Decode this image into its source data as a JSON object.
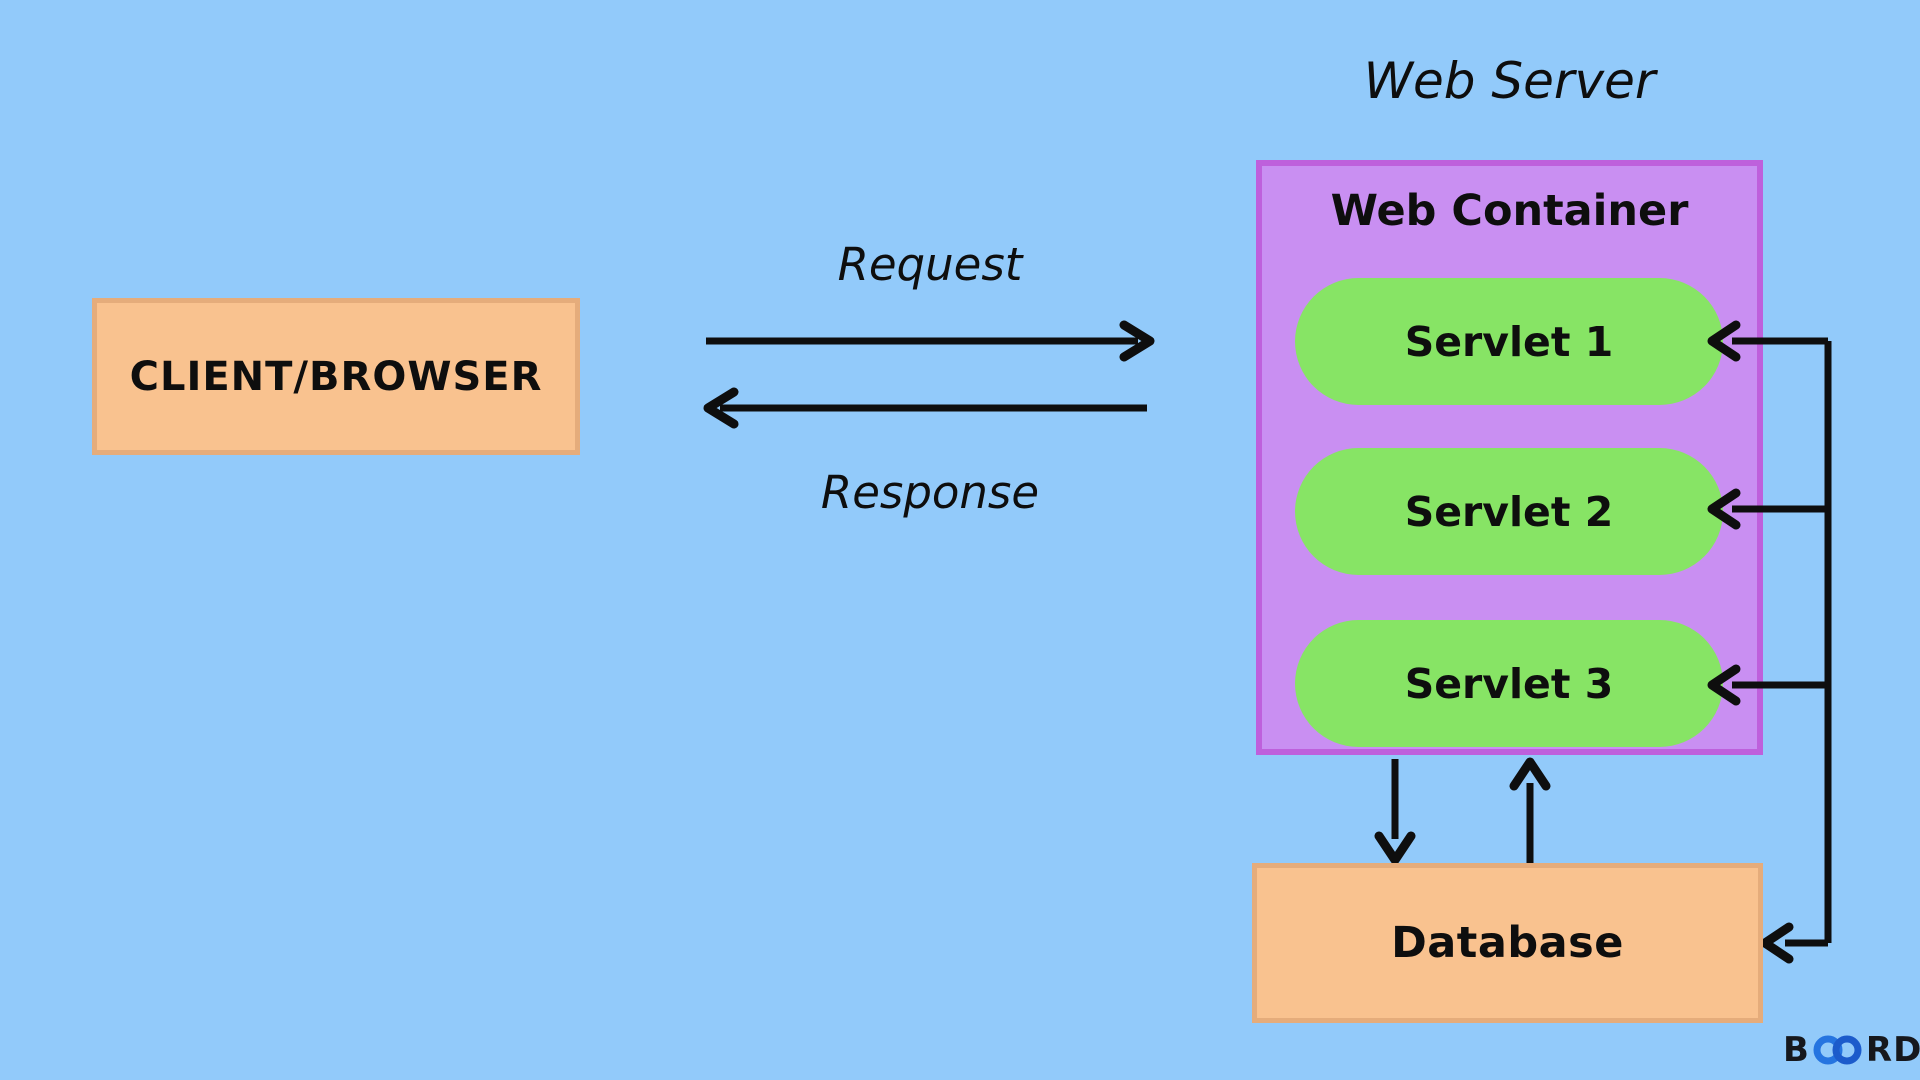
{
  "colors": {
    "background": "#92CAFA",
    "box_orange": "#F9C28F",
    "box_orange_border": "#E5AC7B",
    "container_purple": "#C98FF2",
    "container_purple_border": "#BE60DC",
    "servlet_green": "#87E465",
    "arrow_black": "#0E0E0E",
    "text_black": "#0E0E0E",
    "logo_blue": "#2574E0",
    "logo_blue_dark": "#1C5BCB"
  },
  "title": {
    "web_server": "Web Server"
  },
  "client": {
    "label": "CLIENT/BROWSER"
  },
  "flow": {
    "request_label": "Request",
    "response_label": "Response"
  },
  "web_container": {
    "label": "Web Container",
    "servlets": [
      {
        "label": "Servlet 1"
      },
      {
        "label": "Servlet 2"
      },
      {
        "label": "Servlet 3"
      }
    ]
  },
  "database": {
    "label": "Database"
  },
  "logo": {
    "prefix": "B",
    "suffix": "RD",
    "icon": "infinity-rings"
  }
}
